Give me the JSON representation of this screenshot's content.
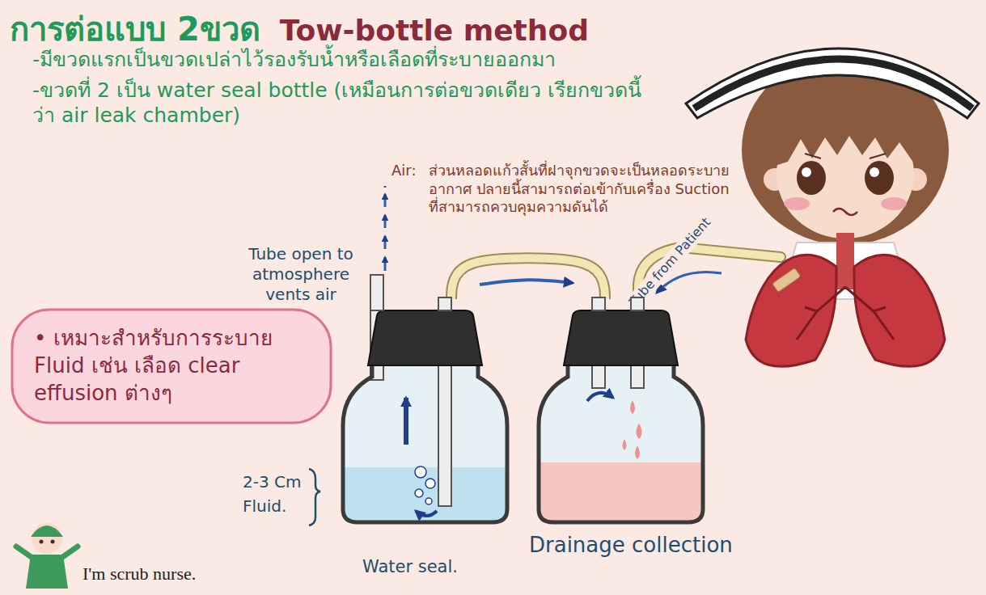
{
  "diagram": {
    "title": "การต่อแบบ 2ขวด",
    "nodes": [
      {
        "text": [
          "• เหมาะสำหรับการระบาย Fluid เช่น เลือด clear effusion ต่างๆ"
        ]
      },
      {
        "text": [
          "Water seal."
        ]
      },
      {
        "text": [
          "Drainage collection"
        ]
      }
    ],
    "edges": [
      {
        "from": 1,
        "to": 2,
        "arrow": "to"
      }
    ],
    "labels": [
      "Tow-bottle method",
      "-มีขวดแรกเป็นขวดเปล่าไว้รองรับน้ำหรือเลือดที่ระบายออกมา",
      "-ขวดที่ 2 เป็น water seal bottle (เหมือนการต่อขวดเดียว เรียกขวดนี้ว่า air leak chamber)",
      "Air:",
      "ส่วนหลอดแก้วสั้นที่ฝาจุกขวดจะเป็นหลอดระบายอากาศ ปลายนี้สามารถต่อเข้ากับเครื่อง Suction ที่สามารถควบคุมความดันได้",
      "Tube open to atmosphere vents air",
      "Tube from Patient",
      "2-3 Cm",
      "Fluid.",
      "I'm scrub nurse."
    ]
  }
}
